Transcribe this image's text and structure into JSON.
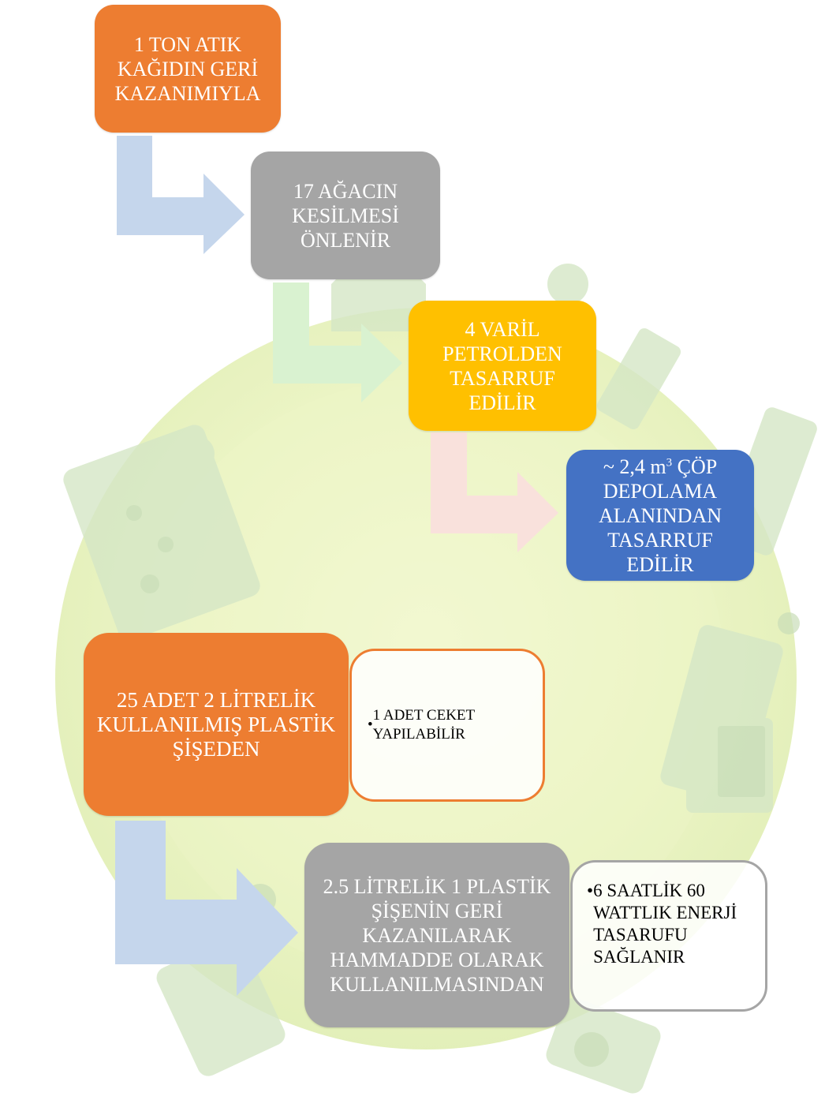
{
  "diagram1": {
    "step1": "1 TON ATIK KAĞIDIN GERİ KAZANIMIYLA",
    "step2": "17 AĞACIN KESİLMESİ ÖNLENİR",
    "step3": "4 VARİL PETROLDEN TASARRUF EDİLİR",
    "step4_pre": "~ 2,4 m",
    "step4_sup": "3",
    "step4_post": " ÇÖP DEPOLAMA ALANINDAN TASARRUF EDİLİR"
  },
  "diagram2": {
    "main1": "25 ADET 2 LİTRELİK KULLANILMIŞ PLASTİK ŞİŞEDEN",
    "note1": "1 ADET CEKET YAPILABİLİR",
    "main2": "2.5 LİTRELİK 1 PLASTİK ŞİŞENİN GERİ KAZANILARAK HAMMADDE OLARAK KULLANILMASINDAN",
    "note2": "6 SAATLİK 60 WATTLIK ENERJİ TASARUFU SAĞLANIR"
  },
  "colors": {
    "orange": "#ed7d31",
    "gray": "#a5a5a5",
    "yellow": "#ffc000",
    "blue": "#4472c4",
    "arrow_blue": "#c5d6ec",
    "arrow_green": "#d9f2d0",
    "arrow_pink": "#f9e1dc"
  },
  "background": {
    "icon": "recycling-earth-watermark-icon"
  }
}
